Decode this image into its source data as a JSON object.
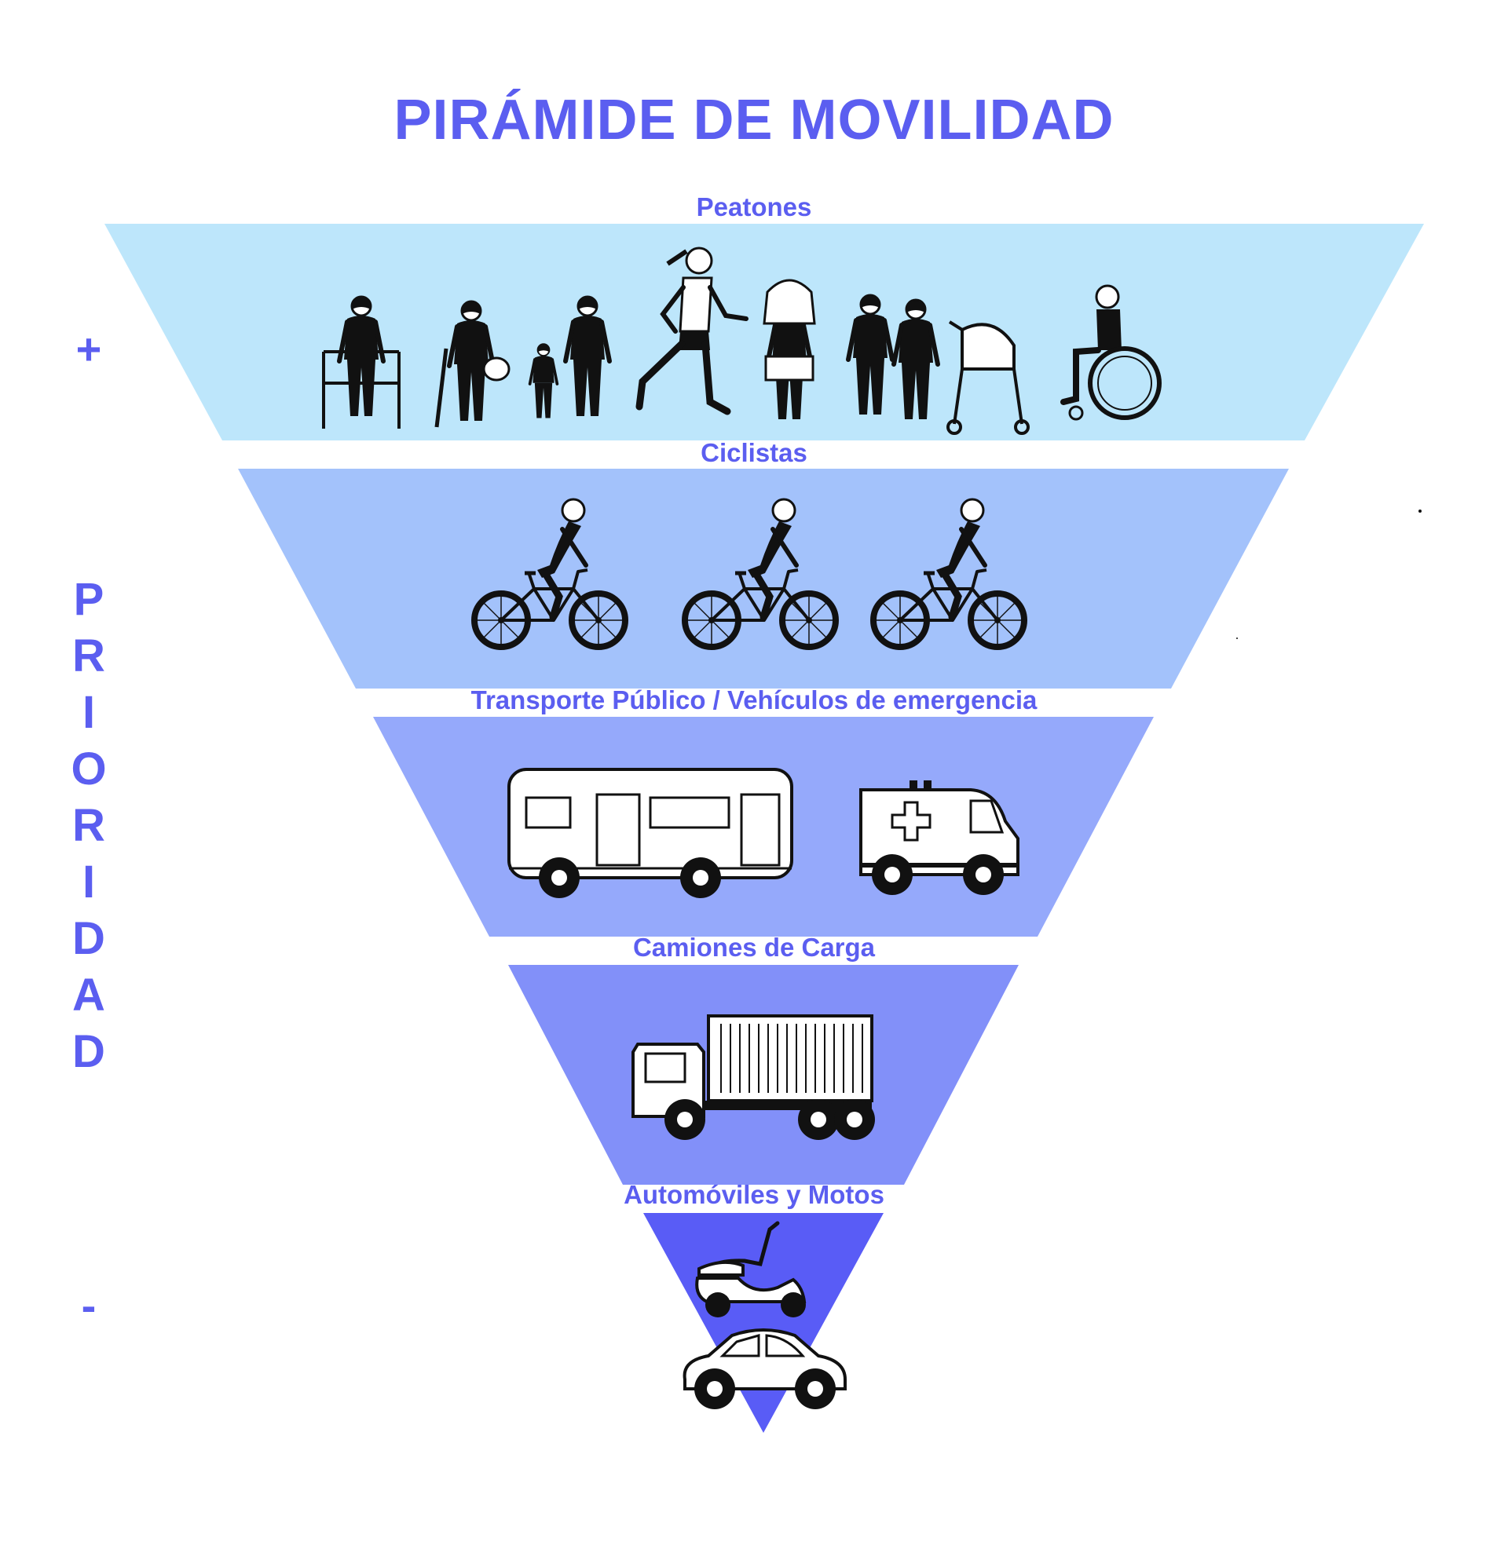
{
  "title": "PIRÁMIDE DE MOVILIDAD",
  "axis": {
    "label": "PRIORIDAD",
    "letters": [
      "P",
      "R",
      "I",
      "O",
      "R",
      "I",
      "D",
      "A",
      "D"
    ],
    "top_sign": "+",
    "bottom_sign": "-"
  },
  "tiers": [
    {
      "label": "Peatones",
      "color": "#bde6fb",
      "icons": [
        "walker-elderly-icon",
        "cane-elderly-icon",
        "parent-child-icon",
        "runner-icon",
        "phone-walker-icon",
        "couple-walking-icon",
        "stroller-icon",
        "wheelchair-icon"
      ]
    },
    {
      "label": "Ciclistas",
      "color": "#a3c2fb",
      "icons": [
        "cyclist-icon",
        "cyclist-icon",
        "cyclist-icon"
      ]
    },
    {
      "label": "Transporte Público / Vehículos de emergencia",
      "color": "#95a9fb",
      "icons": [
        "bus-icon",
        "ambulance-icon"
      ]
    },
    {
      "label": "Camiones de Carga",
      "color": "#8290f9",
      "icons": [
        "cargo-truck-icon"
      ]
    },
    {
      "label": "Automóviles y Motos",
      "color": "#595cf6",
      "icons": [
        "scooter-icon",
        "car-icon"
      ]
    }
  ],
  "colors": {
    "accent": "#5b5ef0"
  }
}
